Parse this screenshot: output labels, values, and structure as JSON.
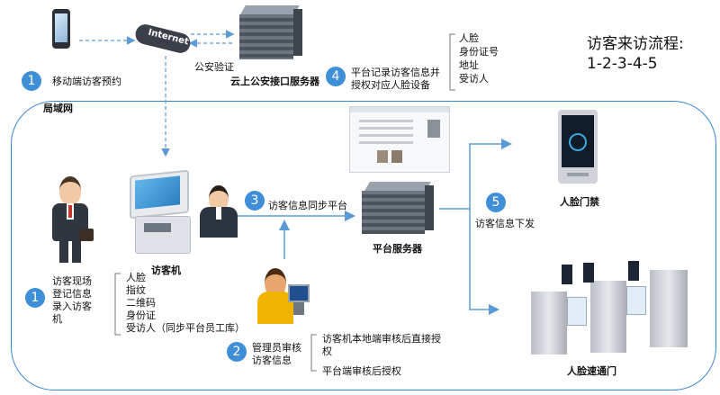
{
  "title": {
    "line1": "访客来访流程:",
    "line2": "1-2-3-4-5"
  },
  "lan_label": "局域网",
  "mobile": {
    "step": "1",
    "label": "移动端访客预约"
  },
  "police_verify": "公安验证",
  "cloud": {
    "label": "Internet"
  },
  "cloud_server": {
    "label": "云上公安接口服务器"
  },
  "step4": {
    "step": "4",
    "line1": "平台记录访客信息并",
    "line2": "授权对应人脸设备"
  },
  "info_list": [
    "人脸",
    "身份证号",
    "地址",
    "受访人"
  ],
  "visitor_machine": {
    "label": "访客机"
  },
  "step3": {
    "step": "3",
    "label": "访客信息同步平台"
  },
  "platform_server": {
    "label": "平台服务器"
  },
  "step5": {
    "step": "5",
    "label": "访客信息下发"
  },
  "face_access": {
    "label": "人脸门禁"
  },
  "face_gate": {
    "label": "人脸速通门"
  },
  "step1_onsite": {
    "step": "1",
    "lines": [
      "访客现场",
      "登记信息",
      "录入访客",
      "机"
    ]
  },
  "machine_inputs": [
    "人脸",
    "指纹",
    "二维码",
    "身份证",
    "受访人（同步平台员工库）"
  ],
  "step2": {
    "step": "2",
    "line1": "管理员审核",
    "line2": "访客信息"
  },
  "approval_options": {
    "opt1_line1": "访客机本地端审核后直接授",
    "opt1_line2": "权",
    "opt2": "平台端审核后授权"
  },
  "colors": {
    "accent": "#3e8ed8",
    "arrow": "#5b9bd5",
    "lan_border": "#3b86cf"
  }
}
